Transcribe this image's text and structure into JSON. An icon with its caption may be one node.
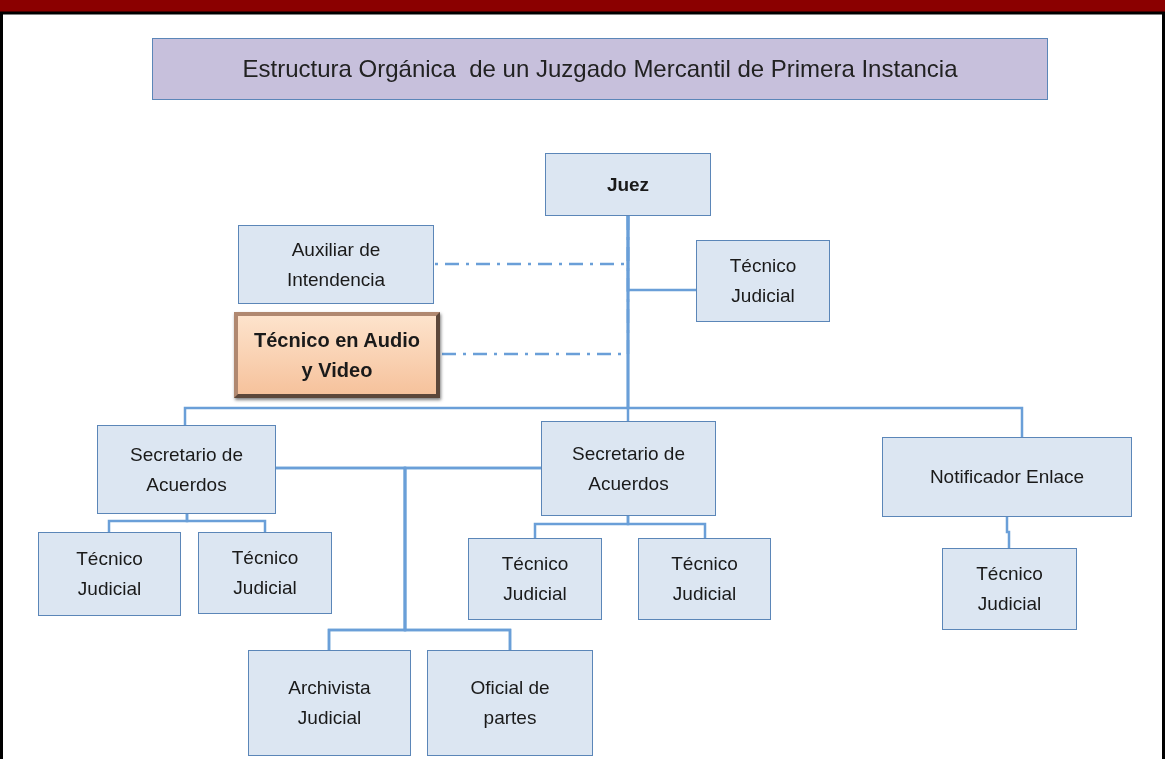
{
  "diagram": {
    "title": "Estructura Orgánica  de un Juzgado Mercantil de Primera Instancia",
    "nodes": [
      {
        "text": [
          "Juez"
        ]
      },
      {
        "text": [
          "Auxiliar de Intendencia"
        ]
      },
      {
        "text": [
          "Técnico Judicial"
        ]
      },
      {
        "text": [
          "Técnico en Audio y Video"
        ]
      },
      {
        "text": [
          "Secretario de Acuerdos"
        ]
      },
      {
        "text": [
          "Secretario de Acuerdos"
        ]
      },
      {
        "text": [
          "Notificador Enlace"
        ]
      },
      {
        "text": [
          "Técnico Judicial"
        ]
      },
      {
        "text": [
          "Técnico Judicial"
        ]
      },
      {
        "text": [
          "Técnico Judicial"
        ]
      },
      {
        "text": [
          "Técnico Judicial"
        ]
      },
      {
        "text": [
          "Técnico Judicial"
        ]
      },
      {
        "text": [
          "Archivista Judicial"
        ]
      },
      {
        "text": [
          "Oficial de partes"
        ]
      }
    ],
    "edges": [
      {
        "from": 0,
        "to": 1,
        "arrow": "none",
        "style": "dashed"
      },
      {
        "from": 0,
        "to": 2,
        "arrow": "none"
      },
      {
        "from": 0,
        "to": 3,
        "arrow": "none",
        "style": "dashed"
      },
      {
        "from": 0,
        "to": 4,
        "arrow": "none"
      },
      {
        "from": 0,
        "to": 5,
        "arrow": "none"
      },
      {
        "from": 0,
        "to": 6,
        "arrow": "none"
      },
      {
        "from": 4,
        "to": 7,
        "arrow": "none"
      },
      {
        "from": 4,
        "to": 8,
        "arrow": "none"
      },
      {
        "from": 5,
        "to": 9,
        "arrow": "none"
      },
      {
        "from": 5,
        "to": 10,
        "arrow": "none"
      },
      {
        "from": 6,
        "to": 11,
        "arrow": "none"
      },
      {
        "from": 4,
        "to": 12,
        "arrow": "none"
      },
      {
        "from": 4,
        "to": 13,
        "arrow": "none"
      },
      {
        "from": 5,
        "to": 12,
        "arrow": "none"
      },
      {
        "from": 5,
        "to": 13,
        "arrow": "none"
      }
    ]
  }
}
